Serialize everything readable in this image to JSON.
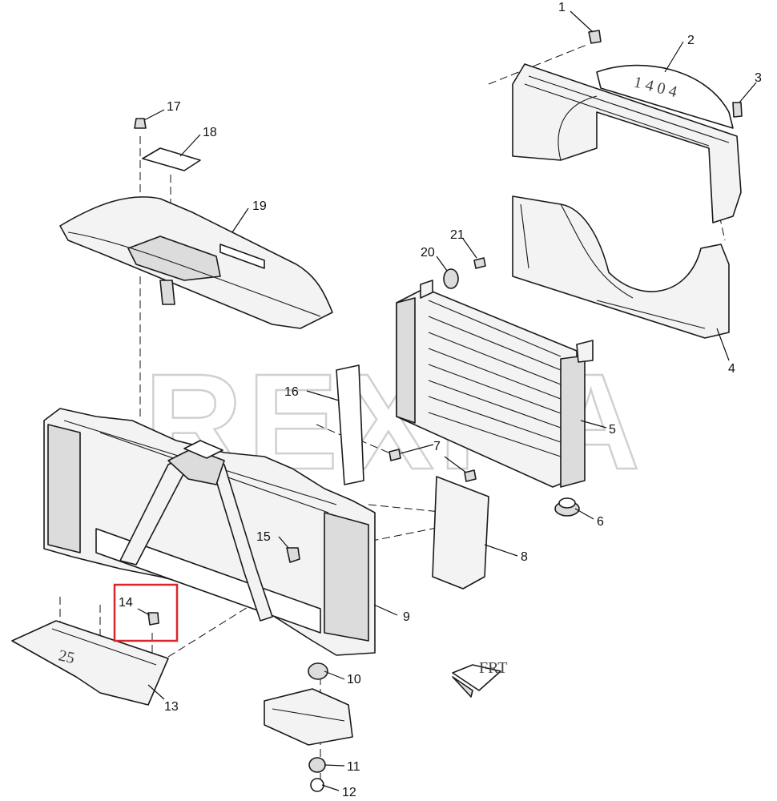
{
  "watermark": "REXKA",
  "highlight_color": "#d9262c",
  "parts": [
    {
      "id": "1"
    },
    {
      "id": "2"
    },
    {
      "id": "3"
    },
    {
      "id": "4"
    },
    {
      "id": "5"
    },
    {
      "id": "6"
    },
    {
      "id": "7"
    },
    {
      "id": "8"
    },
    {
      "id": "9"
    },
    {
      "id": "10"
    },
    {
      "id": "11"
    },
    {
      "id": "12"
    },
    {
      "id": "13"
    },
    {
      "id": "14"
    },
    {
      "id": "15"
    },
    {
      "id": "16"
    },
    {
      "id": "17"
    },
    {
      "id": "18"
    },
    {
      "id": "19"
    },
    {
      "id": "20"
    },
    {
      "id": "21"
    }
  ],
  "highlighted_part": "14",
  "stamps": {
    "fan_shroud": "1 4 0 4",
    "deflector": "25",
    "front_indicator": "FRT"
  }
}
